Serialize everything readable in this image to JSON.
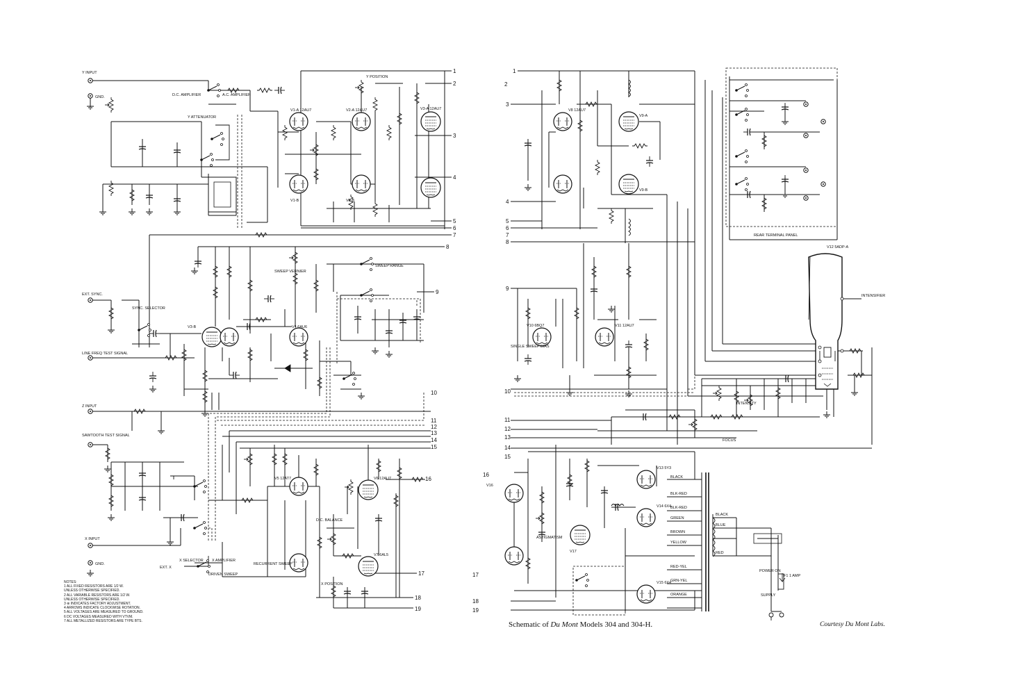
{
  "caption": {
    "prefix": "Schematic of ",
    "company": "Du Mont",
    "suffix": " Models 304 and 304-H."
  },
  "courtesy": "Courtesy Du Mont Labs.",
  "inputs": {
    "y_input": "Y INPUT",
    "gnd": "GND.",
    "ext_sync": "EXT. SYNC.",
    "line_freq": "LINE FREQ TEST SIGNAL",
    "z_input": "Z INPUT",
    "sawtooth": "SAWTOOTH TEST SIGNAL",
    "x_input": "X INPUT",
    "gnd2": "GND."
  },
  "labels": {
    "dc_amplifier": "D.C. AMPLIFIER",
    "ac_amplifier": "A.C. AMPLIFIER",
    "y_attenuator": "Y ATTENUATOR",
    "y_position": "Y POSITION",
    "sweep_range": "SWEEP RANGE",
    "sweep_vernier": "SWEEP VERNIER",
    "sync_selector": "SYNC. SELECTOR",
    "x_selector": "X SELECTOR",
    "x_amplifier": "X AMPLIFIER",
    "ext_x": "EXT. X",
    "driven_sweep": "DRIVEN SWEEP",
    "recurrent_sweep": "RECURRENT SWEEP",
    "x_position": "X POSITION",
    "dc_balance": "D.C. BALANCE",
    "rear_terminal_panel": "REAR TERMINAL PANEL",
    "intensity": "INTENSITY",
    "focus": "FOCUS",
    "astigmatism": "ASTIGMATISM",
    "single_sweep_bias": "SINGLE SWEEP BIAS",
    "power_on": "POWER ON",
    "supply": "SUPPLY",
    "fuse": "F1 1 AMP",
    "crt": "V12 5ADP-A",
    "afterglow": "INTENSIFIER"
  },
  "tubes": [
    "V1-A 12AU7",
    "V1-B",
    "V2-A 12AU7",
    "V2-B",
    "V3-A 12AU7",
    "V3-B",
    "V4 6AU6",
    "V5 12AT7",
    "V6 12AU7",
    "V7 6AL5",
    "V8 12AU7",
    "V9-A",
    "V9-B",
    "V10 6BQ7",
    "V11 12AU7",
    "V13 5Y3",
    "V14 6X4",
    "V15 6X4",
    "V16",
    "V17"
  ],
  "transformer_leads": [
    "BLACK",
    "BLK-RED",
    "BLK-RED",
    "GREEN",
    "BROWN",
    "YELLOW",
    "RED-YEL",
    "GRN-YEL",
    "BLACK",
    "BLUE",
    "RED",
    "ORANGE"
  ],
  "terminal_numbers_left": [
    "1",
    "2",
    "3",
    "4",
    "5",
    "6",
    "7",
    "8",
    "9",
    "10",
    "11",
    "12",
    "13",
    "14",
    "15",
    "16",
    "17",
    "18",
    "19"
  ],
  "terminal_numbers_right": [
    "1",
    "2",
    "3",
    "4",
    "5",
    "6",
    "7",
    "8",
    "9",
    "10",
    "11",
    "12",
    "13",
    "14",
    "15",
    "16",
    "17",
    "18",
    "19"
  ],
  "notes": [
    "NOTES:",
    "1 ALL FIXED RESISTORS ARE 1/2 W.",
    "   UNLESS OTHERWISE SPECIFIED.",
    "2 ALL VARIABLE RESISTORS ARE 1/2 W.",
    "   UNLESS OTHERWISE SPECIFIED.",
    "3 ⊛ INDICATES FACTORY ADJUSTMENT.",
    "4 ARROWS INDICATE CLOCKWISE ROTATION.",
    "5 ALL VOLTAGES ARE MEASURED TO GROUND.",
    "6 DC VOLTAGES MEASURED WITH VTVM.",
    "7 ALL METALLIZED RESISTORS ARE TYPE BTS."
  ]
}
